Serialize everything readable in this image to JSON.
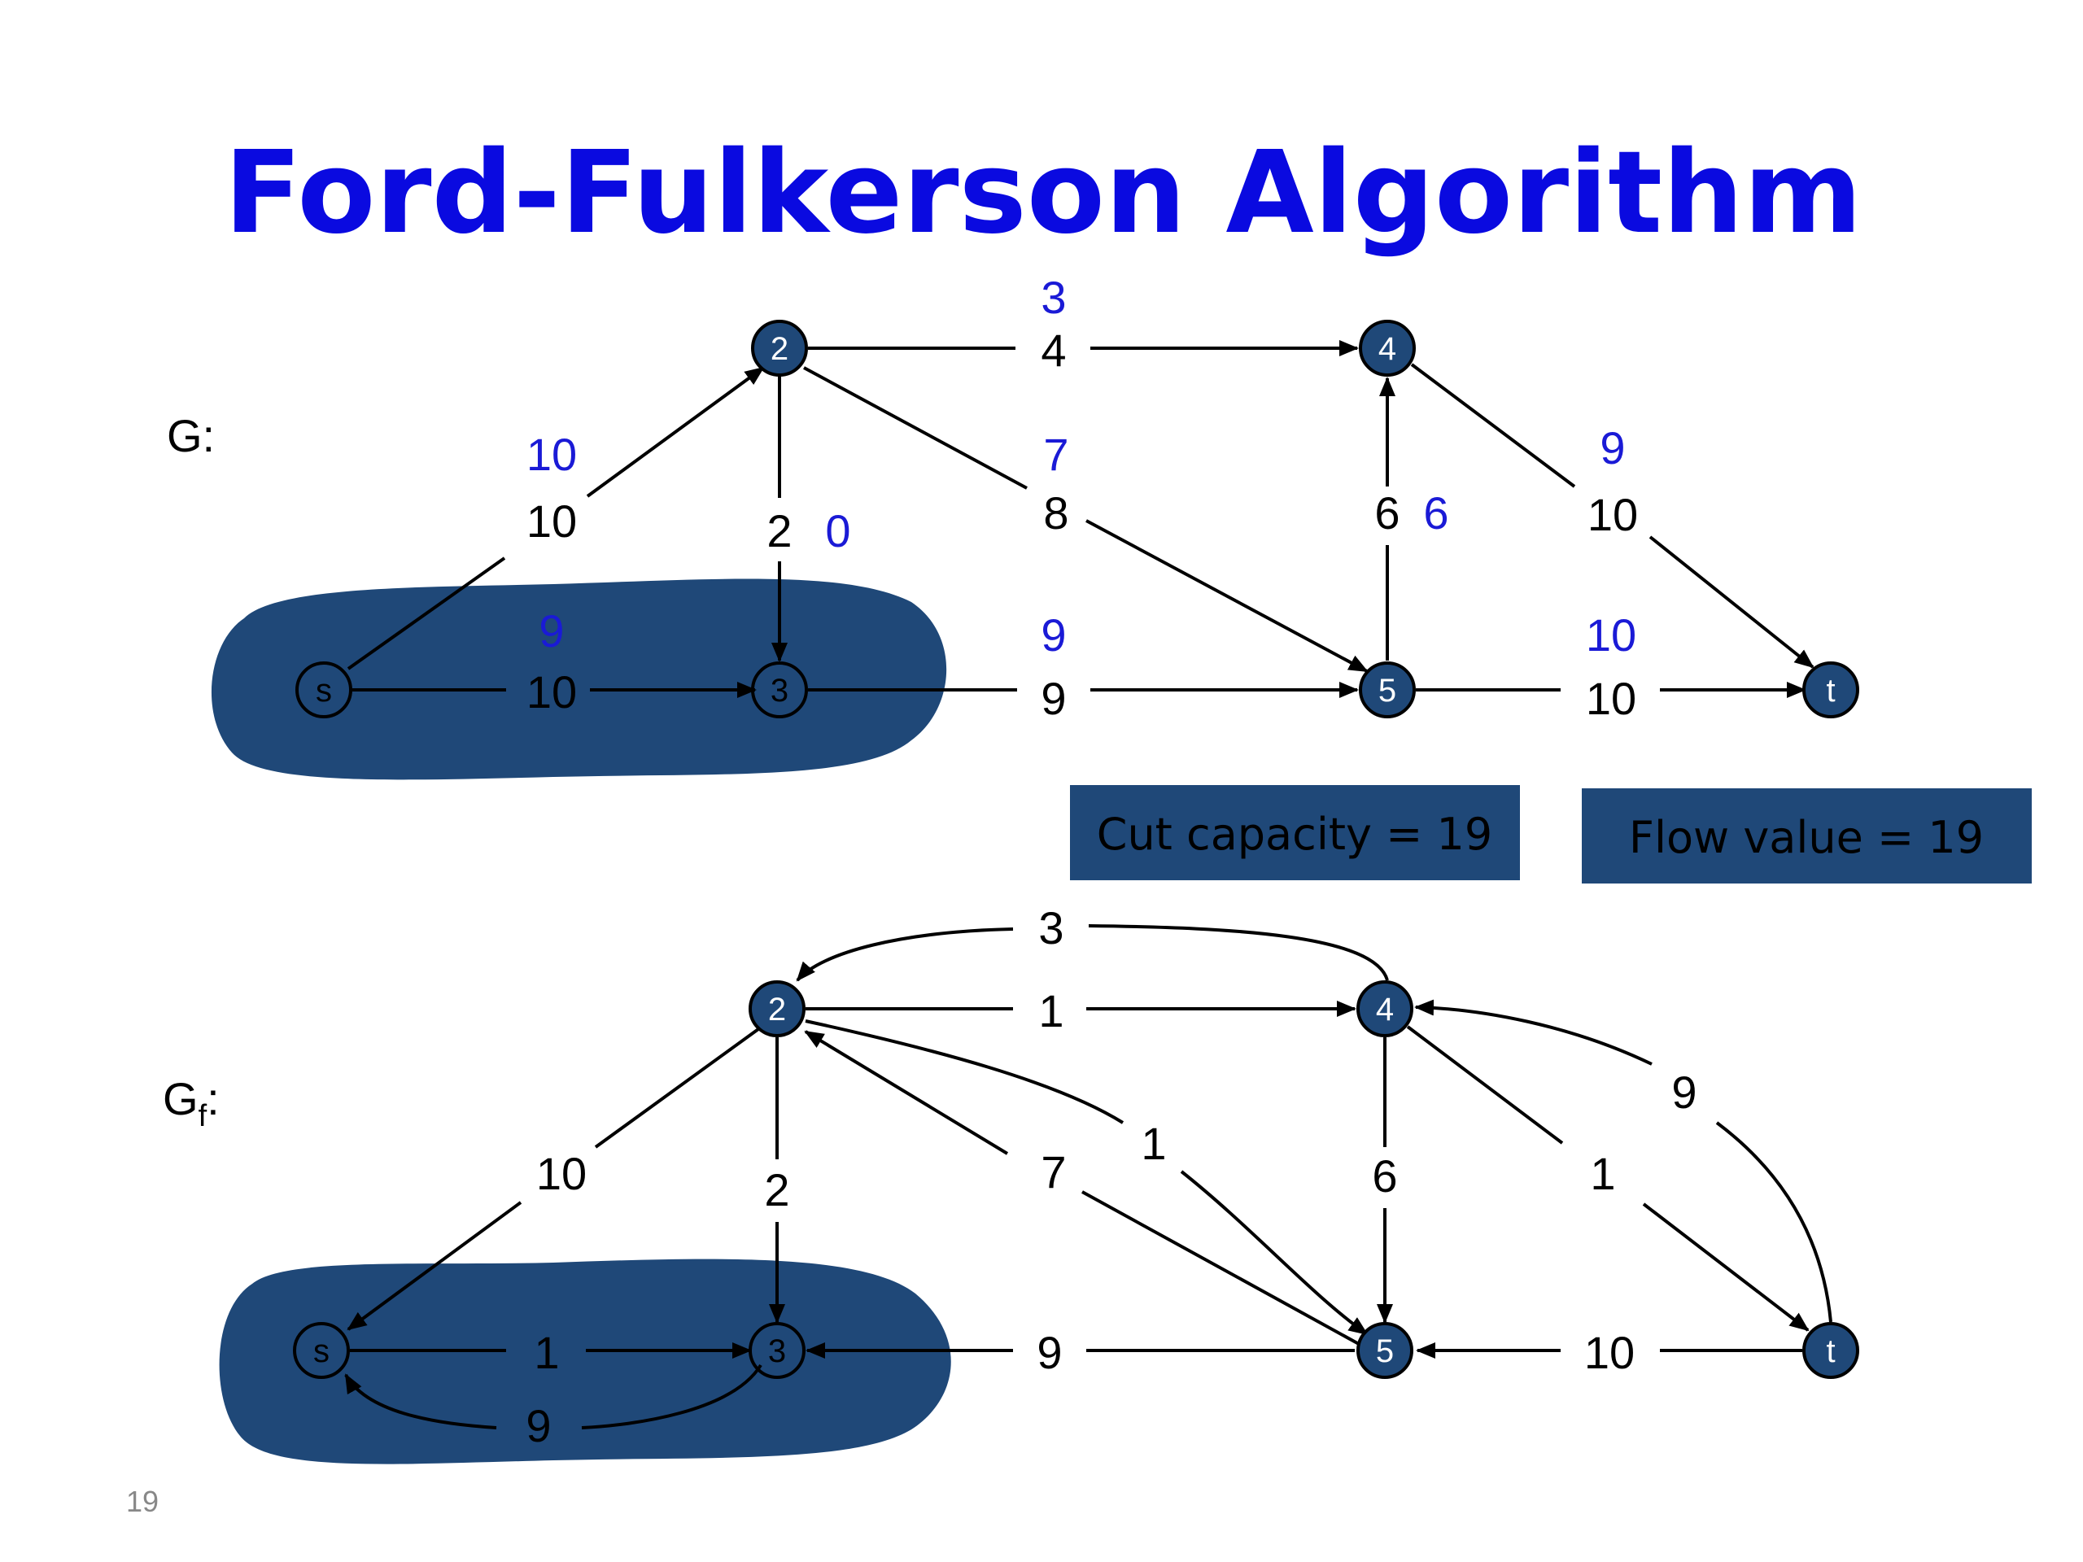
{
  "title": "Ford-Fulkerson Algorithm",
  "page_number": "19",
  "colors": {
    "title": "#0a0ae0",
    "flow_label": "#1a1ad6",
    "capacity_label": "#000000",
    "node_fill": "#1f4878",
    "blob_fill": "#1f4878",
    "box_fill": "#1f4878",
    "box_text": "#000000"
  },
  "graph_g": {
    "label": "G:",
    "nodes": [
      {
        "id": "s",
        "label": "s",
        "in_cut": true
      },
      {
        "id": "2",
        "label": "2",
        "in_cut": false
      },
      {
        "id": "3",
        "label": "3",
        "in_cut": true
      },
      {
        "id": "4",
        "label": "4",
        "in_cut": false
      },
      {
        "id": "5",
        "label": "5",
        "in_cut": false
      },
      {
        "id": "t",
        "label": "t",
        "in_cut": false
      }
    ],
    "edges": [
      {
        "from": "s",
        "to": "2",
        "capacity": "10",
        "flow": "10"
      },
      {
        "from": "s",
        "to": "3",
        "capacity": "10",
        "flow": "9"
      },
      {
        "from": "2",
        "to": "3",
        "capacity": "2",
        "flow": "0"
      },
      {
        "from": "2",
        "to": "4",
        "capacity": "4",
        "flow": "3"
      },
      {
        "from": "2",
        "to": "5",
        "capacity": "8",
        "flow": "7"
      },
      {
        "from": "3",
        "to": "5",
        "capacity": "9",
        "flow": "9"
      },
      {
        "from": "5",
        "to": "4",
        "capacity": "6",
        "flow": "6"
      },
      {
        "from": "4",
        "to": "t",
        "capacity": "10",
        "flow": "9"
      },
      {
        "from": "5",
        "to": "t",
        "capacity": "10",
        "flow": "10"
      }
    ]
  },
  "boxes": {
    "cut_capacity": "Cut capacity = 19",
    "flow_value": "Flow value = 19"
  },
  "graph_gf": {
    "label": "G",
    "label_sub": "f",
    "label_suffix": ":",
    "nodes": [
      {
        "id": "s",
        "label": "s",
        "in_cut": true
      },
      {
        "id": "2",
        "label": "2",
        "in_cut": false
      },
      {
        "id": "3",
        "label": "3",
        "in_cut": true
      },
      {
        "id": "4",
        "label": "4",
        "in_cut": false
      },
      {
        "id": "5",
        "label": "5",
        "in_cut": false
      },
      {
        "id": "t",
        "label": "t",
        "in_cut": false
      }
    ],
    "edges": [
      {
        "from": "2",
        "to": "s",
        "residual": "10"
      },
      {
        "from": "s",
        "to": "3",
        "residual": "1"
      },
      {
        "from": "3",
        "to": "s",
        "residual": "9"
      },
      {
        "from": "2",
        "to": "3",
        "residual": "2"
      },
      {
        "from": "2",
        "to": "4",
        "residual": "1"
      },
      {
        "from": "4",
        "to": "2",
        "residual": "3"
      },
      {
        "from": "5",
        "to": "2",
        "residual": "7"
      },
      {
        "from": "2",
        "to": "5",
        "residual": "1"
      },
      {
        "from": "5",
        "to": "3",
        "residual": "9"
      },
      {
        "from": "4",
        "to": "5",
        "residual": "6"
      },
      {
        "from": "4",
        "to": "t",
        "residual": "1"
      },
      {
        "from": "t",
        "to": "4",
        "residual": "9"
      },
      {
        "from": "t",
        "to": "5",
        "residual": "10"
      }
    ]
  }
}
